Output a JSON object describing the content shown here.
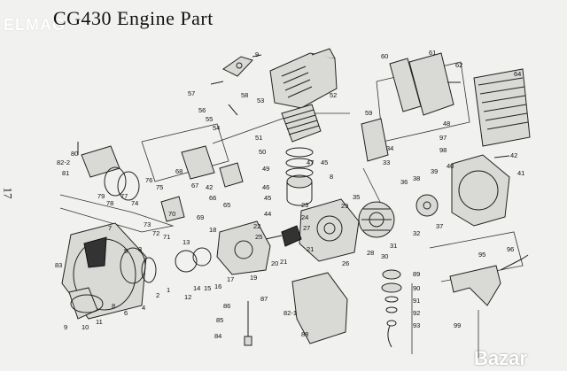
{
  "title": "CG430 Engine Part",
  "page_number": "17",
  "watermark": "ELMAG",
  "brand": "Bazar",
  "callouts": [
    "1",
    "2",
    "3",
    "4",
    "5",
    "6",
    "7",
    "8",
    "9",
    "10",
    "11",
    "12",
    "13",
    "14",
    "15",
    "16",
    "17",
    "18",
    "19",
    "20",
    "21",
    "22",
    "23",
    "24",
    "25",
    "26",
    "27",
    "28",
    "29",
    "30",
    "31",
    "32",
    "33",
    "34",
    "35",
    "36",
    "37",
    "38",
    "39",
    "40",
    "41",
    "42",
    "44",
    "45",
    "46",
    "47",
    "48",
    "49",
    "50",
    "51",
    "52",
    "53",
    "54",
    "55",
    "56",
    "57",
    "58",
    "59",
    "60",
    "61",
    "62",
    "64",
    "65",
    "66",
    "67",
    "68",
    "69",
    "70",
    "71",
    "72",
    "73",
    "74",
    "75",
    "76",
    "77",
    "78",
    "79",
    "80",
    "81",
    "82-1",
    "82-2",
    "83",
    "84",
    "85",
    "86",
    "87",
    "88",
    "89",
    "90",
    "91",
    "92",
    "93",
    "95",
    "96",
    "97",
    "98",
    "99"
  ]
}
